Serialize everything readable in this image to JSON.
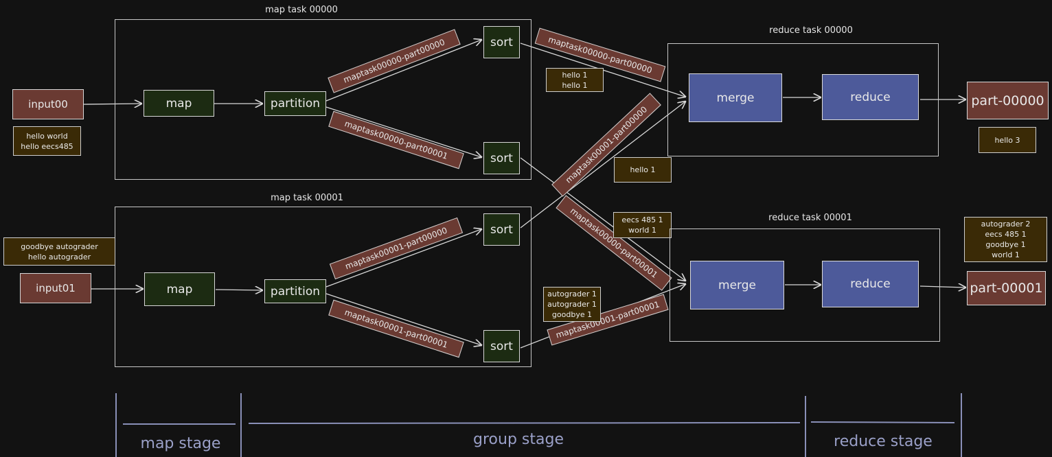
{
  "map_tasks": [
    {
      "title": "map task 00000",
      "input": "input00",
      "input_note": [
        "hello world",
        "hello eecs485"
      ],
      "map": "map",
      "partition": "partition",
      "sort_top": "sort",
      "sort_bottom": "sort",
      "edge_top": "maptask00000-part00000",
      "edge_bottom": "maptask00000-part00001"
    },
    {
      "title": "map task 00001",
      "input": "input01",
      "input_note": [
        "goodbye autograder",
        "hello autograder"
      ],
      "map": "map",
      "partition": "partition",
      "sort_top": "sort",
      "sort_bottom": "sort",
      "edge_top": "maptask00001-part00000",
      "edge_bottom": "maptask00001-part00001"
    }
  ],
  "reduce_tasks": [
    {
      "title": "reduce task 00000",
      "merge": "merge",
      "reduce": "reduce",
      "output": "part-00000",
      "output_note": [
        "hello 3"
      ]
    },
    {
      "title": "reduce task 00001",
      "merge": "merge",
      "reduce": "reduce",
      "output": "part-00001",
      "output_note": [
        "autograder 2",
        "eecs 485 1",
        "goodbye 1",
        "world 1"
      ]
    }
  ],
  "group_edges": {
    "m0_to_r0": "maptask00000-part00000",
    "m1_to_r0": "maptask00001-part00000",
    "m0_to_r1": "maptask00000-part00001",
    "m1_to_r1": "maptask00001-part00001"
  },
  "group_notes": {
    "m0_to_r0": [
      "hello 1",
      "hello 1"
    ],
    "m1_to_r0": [
      "hello 1"
    ],
    "m0_to_r1": [
      "eecs 485 1",
      "world 1"
    ],
    "m1_to_r1": [
      "autograder 1",
      "autograder 1",
      "goodbye 1"
    ]
  },
  "stages": {
    "map": "map stage",
    "group": "group stage",
    "reduce": "reduce stage"
  },
  "colors": {
    "background": "#121212",
    "map_node": "#1c2b12",
    "file_node": "#6a3a32",
    "reduce_node": "#4d5a9a",
    "note": "#3a2a06",
    "stage": "#9aa0c8"
  }
}
